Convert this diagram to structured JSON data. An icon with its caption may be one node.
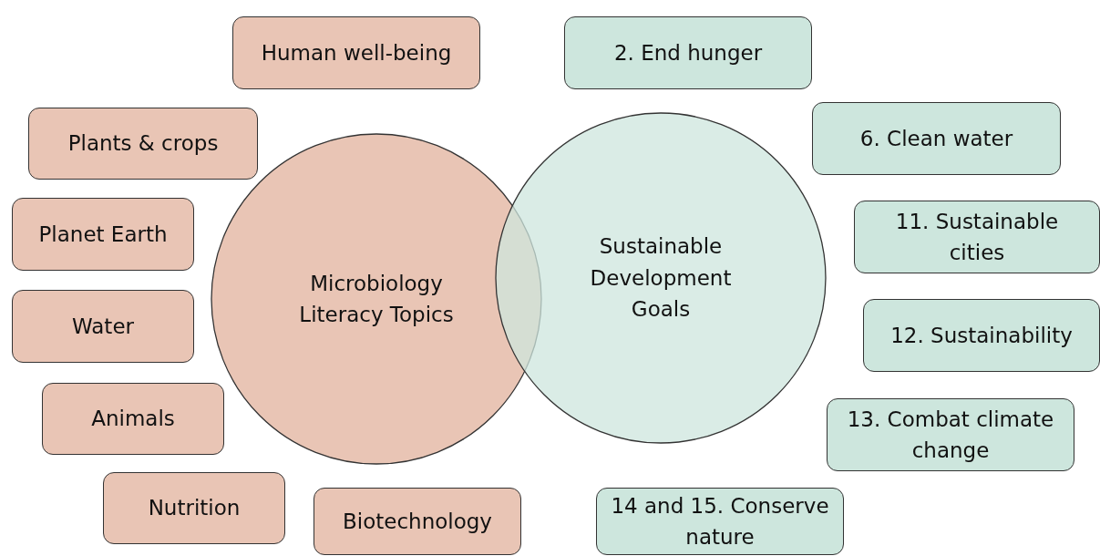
{
  "diagram": {
    "nodes": [
      {
        "text": [
          "Microbiology Literacy Topics"
        ]
      },
      {
        "text": [
          "Sustainable Development Goals"
        ]
      },
      {
        "text": [
          "Human well-being"
        ]
      },
      {
        "text": [
          "Plants & crops"
        ]
      },
      {
        "text": [
          "Planet Earth"
        ]
      },
      {
        "text": [
          "Water"
        ]
      },
      {
        "text": [
          "Animals"
        ]
      },
      {
        "text": [
          "Nutrition"
        ]
      },
      {
        "text": [
          "Biotechnology"
        ]
      },
      {
        "text": [
          "2. End hunger"
        ]
      },
      {
        "text": [
          "6. Clean water"
        ]
      },
      {
        "text": [
          "11. Sustainable cities"
        ]
      },
      {
        "text": [
          "12. Sustainability"
        ]
      },
      {
        "text": [
          "13. Combat climate change"
        ]
      },
      {
        "text": [
          "14 and 15. Conserve nature"
        ]
      }
    ]
  }
}
